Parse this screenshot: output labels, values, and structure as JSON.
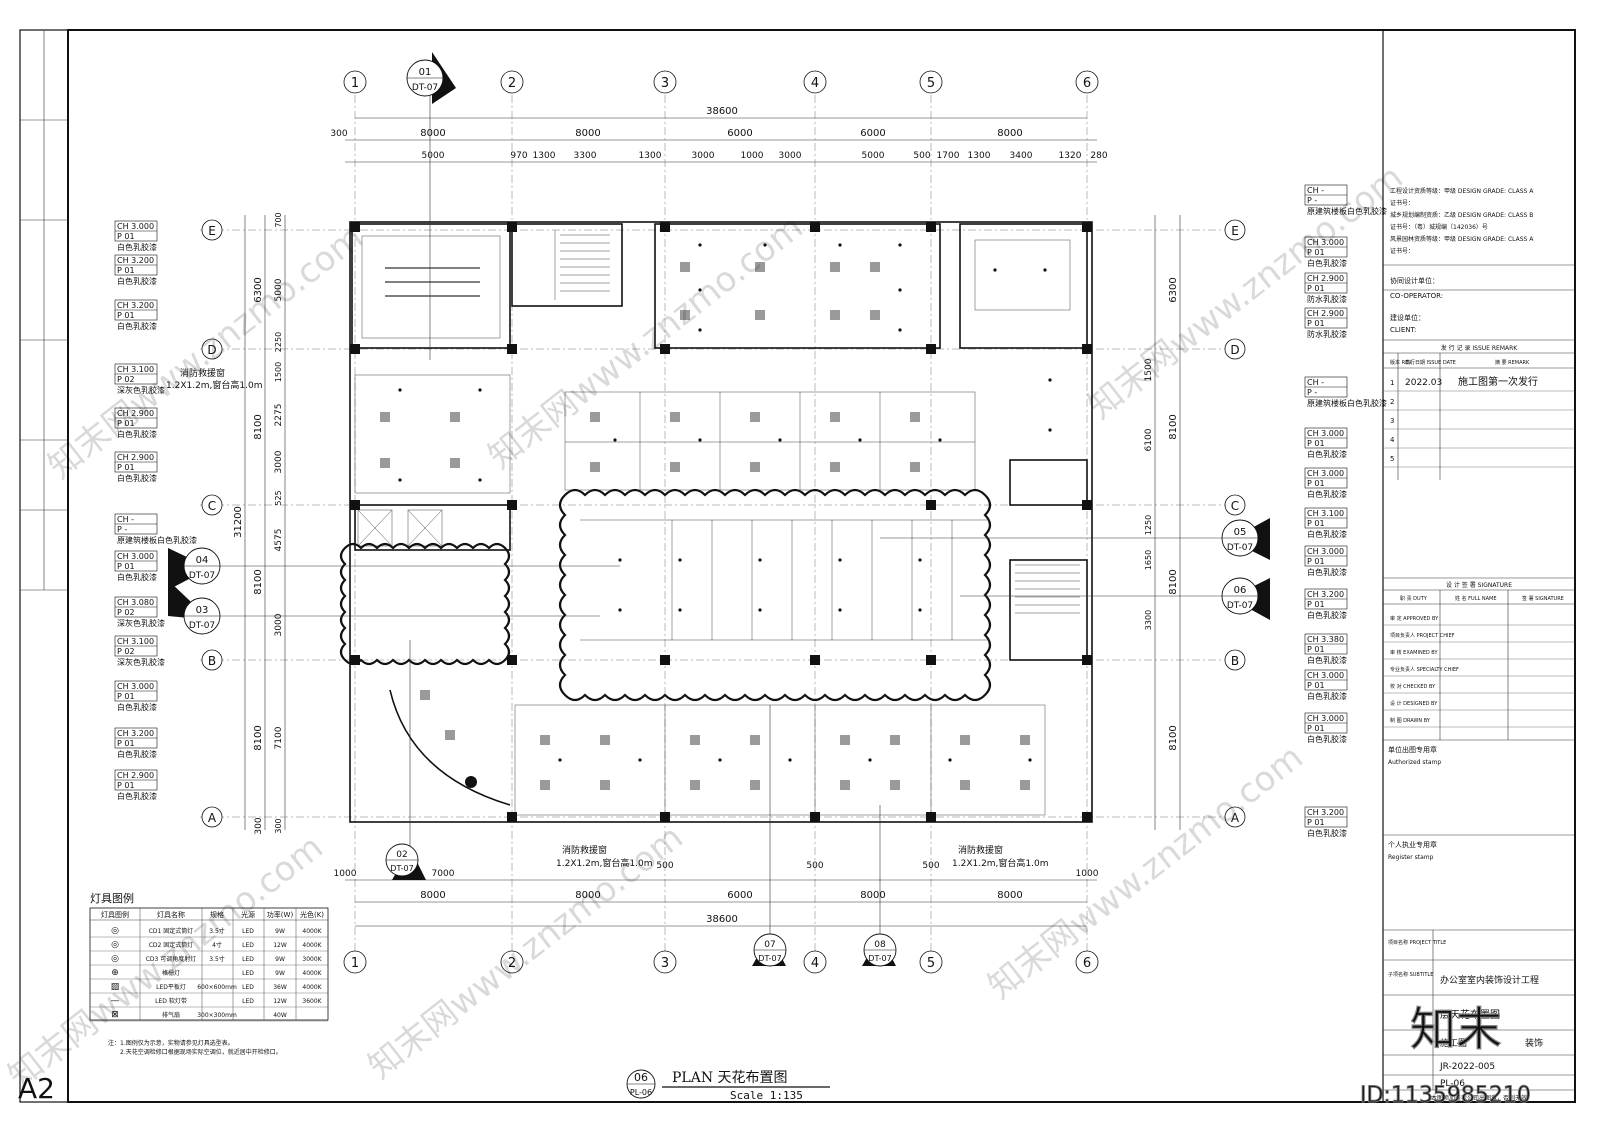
{
  "sheet": {
    "paper_size": "A2",
    "drawing_no": "06",
    "drawing_ref": "PL-06",
    "title": "PLAN 天花布置图",
    "scale": "Scale 1:135"
  },
  "grid": {
    "columns": [
      "1",
      "2",
      "3",
      "4",
      "5",
      "6"
    ],
    "rows": [
      "E",
      "D",
      "C",
      "B",
      "A"
    ]
  },
  "dimensions": {
    "top_total": "38600",
    "top_spans": [
      "8000",
      "8000",
      "6000",
      "6000",
      "8000"
    ],
    "top_outer_left": "300",
    "top_detail": [
      "5000",
      "970",
      "1300",
      "3300",
      "1300",
      "3000",
      "1000",
      "3000",
      "5000",
      "500",
      "1700",
      "1300",
      "3400",
      "1320",
      "280"
    ],
    "bottom_total": "38600",
    "bottom_spans": [
      "8000",
      "8000",
      "6000",
      "8000",
      "8000"
    ],
    "bottom_detail": [
      "1000",
      "7000",
      "1000",
      "500",
      "500",
      "500"
    ],
    "left_total": "31200",
    "left_spans": [
      "6300",
      "8100",
      "8100",
      "8100",
      "300"
    ],
    "left_detail": [
      "5000",
      "700",
      "2250",
      "1500",
      "2275",
      "3000",
      "525",
      "4575",
      "3000",
      "7100",
      "300"
    ],
    "right_spans": [
      "6300",
      "8100",
      "8100",
      "8100"
    ],
    "right_detail": [
      "1500",
      "6100",
      "1250",
      "1650",
      "3300"
    ]
  },
  "ceiling_tags_left": [
    {
      "ch": "CH 3.000",
      "p": "P   01",
      "note": "白色乳胶漆"
    },
    {
      "ch": "CH 3.200",
      "p": "P   01",
      "note": "白色乳胶漆"
    },
    {
      "ch": "CH 3.200",
      "p": "P   01",
      "note": "白色乳胶漆"
    },
    {
      "ch": "CH 3.100",
      "p": "P   02",
      "note": "深灰色乳胶漆"
    },
    {
      "ch": "CH 2.900",
      "p": "P   01",
      "note": "白色乳胶漆"
    },
    {
      "ch": "CH 2.900",
      "p": "P   01",
      "note": "白色乳胶漆"
    },
    {
      "ch": "CH   -",
      "p": "P   -",
      "note": "原建筑楼板白色乳胶漆"
    },
    {
      "ch": "CH 3.000",
      "p": "P   01",
      "note": "白色乳胶漆"
    },
    {
      "ch": "CH 3.080",
      "p": "P   02",
      "note": "深灰色乳胶漆"
    },
    {
      "ch": "CH 3.100",
      "p": "P   02",
      "note": "深灰色乳胶漆"
    },
    {
      "ch": "CH 3.000",
      "p": "P   01",
      "note": "白色乳胶漆"
    },
    {
      "ch": "CH 3.200",
      "p": "P   01",
      "note": "白色乳胶漆"
    },
    {
      "ch": "CH 2.900",
      "p": "P   01",
      "note": "白色乳胶漆"
    }
  ],
  "ceiling_tags_right": [
    {
      "ch": "CH   -",
      "p": "P   -",
      "note": "原建筑楼板白色乳胶漆"
    },
    {
      "ch": "CH 3.000",
      "p": "P   01",
      "note": "白色乳胶漆"
    },
    {
      "ch": "CH 2.900",
      "p": "P   01",
      "note": "防水乳胶漆"
    },
    {
      "ch": "CH 2.900",
      "p": "P   01",
      "note": "防水乳胶漆"
    },
    {
      "ch": "CH   -",
      "p": "P   -",
      "note": "原建筑楼板白色乳胶漆"
    },
    {
      "ch": "CH 3.000",
      "p": "P   01",
      "note": "白色乳胶漆"
    },
    {
      "ch": "CH 3.000",
      "p": "P   01",
      "note": "白色乳胶漆"
    },
    {
      "ch": "CH 3.100",
      "p": "P   01",
      "note": "白色乳胶漆"
    },
    {
      "ch": "CH 3.000",
      "p": "P   01",
      "note": "白色乳胶漆"
    },
    {
      "ch": "CH 3.200",
      "p": "P   01",
      "note": "白色乳胶漆"
    },
    {
      "ch": "CH 3.380",
      "p": "P   01",
      "note": "白色乳胶漆"
    },
    {
      "ch": "CH 3.000",
      "p": "P   01",
      "note": "白色乳胶漆"
    },
    {
      "ch": "CH 3.000",
      "p": "P   01",
      "note": "白色乳胶漆"
    },
    {
      "ch": "CH 3.200",
      "p": "P   01",
      "note": "白色乳胶漆"
    }
  ],
  "section_markers": [
    {
      "id": "01",
      "ref": "DT-07"
    },
    {
      "id": "02",
      "ref": "DT-07"
    },
    {
      "id": "03",
      "ref": "DT-07"
    },
    {
      "id": "04",
      "ref": "DT-07"
    },
    {
      "id": "05",
      "ref": "DT-07"
    },
    {
      "id": "06",
      "ref": "DT-07"
    },
    {
      "id": "07",
      "ref": "DT-07"
    },
    {
      "id": "08",
      "ref": "DT-07"
    }
  ],
  "notes": {
    "rescue_window_1": "消防救援窗",
    "rescue_window_1_size": "1.2X1.2m,窗台高1.0m",
    "rescue_window_2": "消防救援窗",
    "rescue_window_2_size": "1.2X1.2m,窗台高1.0m",
    "rescue_window_3": "消防救援窗",
    "rescue_window_3_size": "1.2X1.2m,窗台高1.0m"
  },
  "legend": {
    "title": "灯具图例",
    "headers": [
      "灯具图例",
      "灯具名称",
      "规格",
      "光源",
      "功率(W)",
      "光色(K)"
    ],
    "rows": [
      [
        "◎",
        "CD1 固定式筒灯",
        "3.5寸",
        "LED",
        "9W",
        "4000K"
      ],
      [
        "◎",
        "CD2 固定式筒灯",
        "4寸",
        "LED",
        "12W",
        "4000K"
      ],
      [
        "◎",
        "CD3 可调角度射灯",
        "3.5寸",
        "LED",
        "9W",
        "3000K"
      ],
      [
        "⊕",
        "格栅灯",
        "",
        "LED",
        "9W",
        "4000K"
      ],
      [
        "▨",
        "LED平板灯",
        "600×600mm",
        "LED",
        "36W",
        "4000K"
      ],
      [
        "—",
        "LED 软灯带",
        "",
        "LED",
        "12W",
        "3600K"
      ],
      [
        "⊠",
        "排气扇",
        "300×300mm",
        "",
        "40W",
        ""
      ]
    ],
    "notes": [
      "注：1.图例仅为示意，实物请参见灯具选型表。",
      "2.天花空调检修口根据现场实际空调位，就近居中开检修口。"
    ]
  },
  "title_block": {
    "grade_lines": [
      "工程设计资质等级：甲级    DESIGN GRADE: CLASS A",
      "证书号：",
      "城乡规划编制资质：乙级    DESIGN GRADE: CLASS B",
      "证书号：（粤）城规编（142036）号",
      "风景园林资质等级：甲级    DESIGN GRADE: CLASS A",
      "证书号："
    ],
    "co_operator_label": "协同设计单位：",
    "co_operator_en": "CO-OPERATOR:",
    "client_label": "建设单位：",
    "client_en": "CLIENT:",
    "issue_header": "发 行 记 录   ISSUE REMARK",
    "issue_columns": [
      "版本 REV.",
      "发行日期 ISSUE DATE",
      "摘  要 REMARK"
    ],
    "issues": [
      {
        "rev": "1",
        "date": "2022.03",
        "remark": "施工图第一次发行"
      },
      {
        "rev": "2",
        "date": "",
        "remark": ""
      },
      {
        "rev": "3",
        "date": "",
        "remark": ""
      },
      {
        "rev": "4",
        "date": "",
        "remark": ""
      },
      {
        "rev": "5",
        "date": "",
        "remark": ""
      }
    ],
    "signature_header": "设 计 签 署   SIGNATURE",
    "signature_columns": [
      "职 责 DUTY",
      "姓 名 FULL NAME",
      "签 署 SIGNATURE"
    ],
    "duties": [
      "审 定 APPROVED BY",
      "项目负责人 PROJECT CHIEF",
      "审 核 EXAMINED BY",
      "专业负责人 SPECIALTY CHIEF",
      "校 对 CHECKED BY",
      "设 计 DESIGNED BY",
      "制 图 DRAWN BY"
    ],
    "stamp_label": "单位出图专用章",
    "stamp_en": "Authorized stamp",
    "register_label": "个人执业专用章",
    "register_en": "Register stamp",
    "project_label": "项目名称 PROJECT TITLE",
    "subtitle_label": "子项名称 SUBTITLE",
    "project_name": "办公室室内装饰设计工程",
    "drawing_title": "层天花布置图",
    "stage": "施工图",
    "discipline": "装饰",
    "job_no": "JR-2022-005",
    "sheet_no": "PL-06",
    "footer_note": "（本图须加盖我公司出图章，否则无效）"
  },
  "watermark": {
    "text": "知末网www.znzmo.com",
    "logo": "知末",
    "id": "ID:1135985210"
  }
}
